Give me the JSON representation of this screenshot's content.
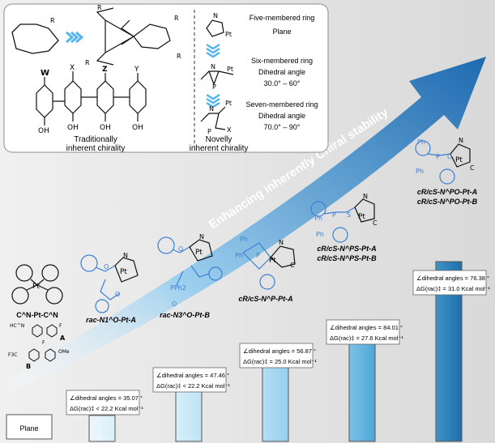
{
  "inset": {
    "traditional_caption_line1": "Traditionally",
    "traditional_caption_line2": "inherent chirality",
    "novel_caption_line1": "Novelly",
    "novel_caption_line2": "inherent chirality",
    "row1_title": "Five-membered ring",
    "row1_value": "Plane",
    "row2_title": "Six-membered ring",
    "row2_sub": "Dihedral angle",
    "row2_value": "30.0° – 60°",
    "row3_title": "Seven-membered ring",
    "row3_sub": "Dihedral angle",
    "row3_value": "70.0° – 90°",
    "substituent_R": "R",
    "substituent_W": "W",
    "substituent_X": "X",
    "substituent_Y": "Y",
    "substituent_Z": "Z",
    "hydroxyl": "OH"
  },
  "arrow_text": "Enhancing inherently Chiral stability",
  "compounds": [
    {
      "label": "C^N-Pt-C^N"
    },
    {
      "label": "rac-N1^O-Pt-A"
    },
    {
      "label": "rac-N3^O-Pt-B"
    },
    {
      "label": "cR/cS-N^P-Pt-A"
    },
    {
      "label_line1": "cR/cS-N^PS-Pt-A",
      "label_line2": "cR/cS-N^PS-Pt-B"
    },
    {
      "label_line1": "cR/cS-N^PO-Pt-A",
      "label_line2": "cR/cS-N^PO-Pt-B"
    }
  ],
  "ligands": {
    "a_prefix": "HC^N",
    "a_letter": "A",
    "b_prefix": "F3C",
    "b_suffix": "OMe",
    "b_letter": "B",
    "f_label": "F"
  },
  "plane_label": "Plane",
  "bars": [
    {
      "value": 0,
      "angle_text": null,
      "energy_text": null
    },
    {
      "value": 35.07,
      "angle_text": "∠dihedral angles = 35.07 °",
      "energy_text": "ΔG(rac)‡ < 22.2 Kcal mol⁻¹"
    },
    {
      "value": 47.46,
      "angle_text": "∠dihedral angles = 47.46 °",
      "energy_text": "ΔG(rac)‡ < 22.2 Kcal mol⁻¹"
    },
    {
      "value": 56.87,
      "angle_text": "∠dihedral angles = 56.87 °",
      "energy_text": "ΔG(rac)‡ = 25.0 Kcal mol⁻¹"
    },
    {
      "value": 84.01,
      "angle_text": "∠dihedral angles = 84.01 °",
      "energy_text": "ΔG(rac)‡ = 27.6 Kcal mol⁻¹"
    },
    {
      "value": 76.38,
      "angle_text": "∠dihedral angles = 76.38 °",
      "energy_text": "ΔG(rac)‡ = 31.0 Kcal mol⁻¹"
    }
  ],
  "atoms": {
    "Pt": "Pt",
    "N": "N",
    "O": "O",
    "P": "P",
    "S": "S",
    "C": "C",
    "Ph": "Ph",
    "PPh2": "PPh2"
  },
  "colors": {
    "blue_chem": "#3a7fd5",
    "arrow_dark": "#1e6ab0",
    "arrow_light": "#cbe6f7",
    "bg_gray": "#e6e6e6"
  }
}
